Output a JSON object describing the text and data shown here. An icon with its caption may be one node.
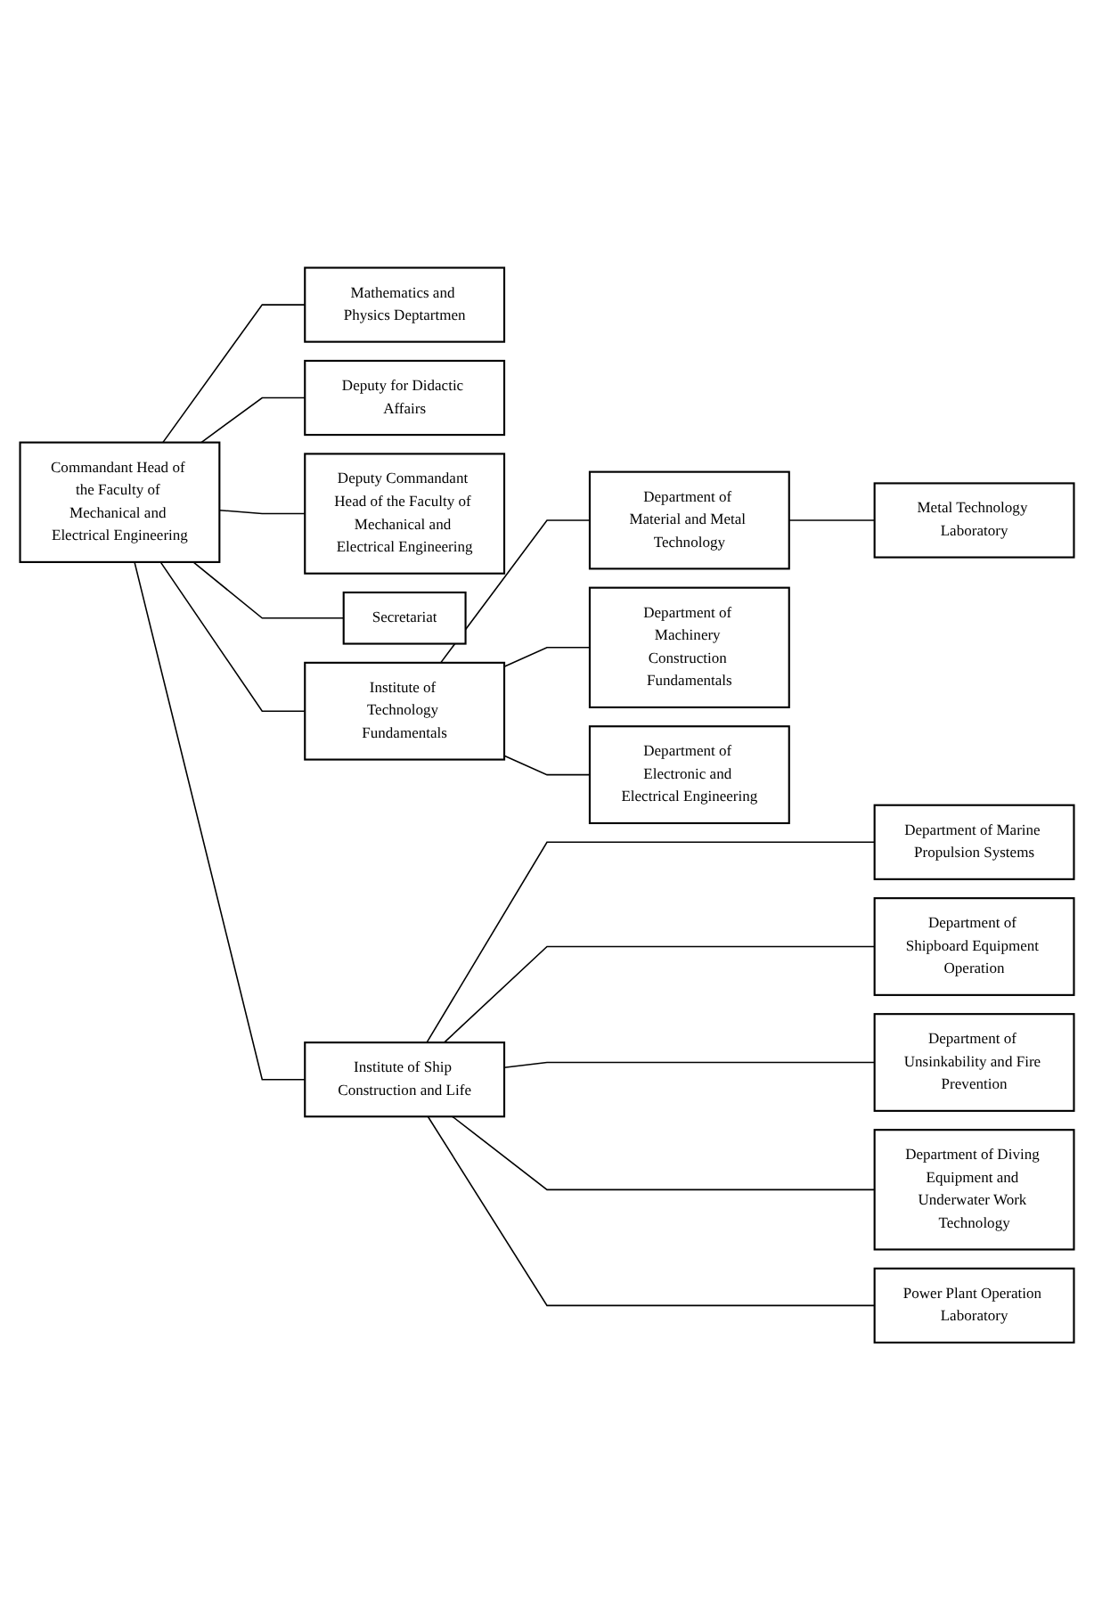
{
  "diagram": {
    "nodes": [
      {
        "text": [
          "Commandant Head of the Faculty of Mechanical and Electrical Engineering"
        ]
      },
      {
        "text": [
          "Deputy for Didactic Affairs"
        ]
      },
      {
        "text": [
          "Deputy Commandant Head of the Faculty of Mechanical and Electrical Engineering"
        ]
      },
      {
        "text": [
          "Secretariat"
        ]
      },
      {
        "text": [
          "Institute of Technology Fundamentals"
        ]
      },
      {
        "text": [
          "Institute of Ship Construction and Life"
        ]
      },
      {
        "text": [
          "Mathematics and Physics Deptartmen"
        ]
      },
      {
        "text": [
          "Department of Material and Metal Technology"
        ]
      },
      {
        "text": [
          "Metal Technology Laboratory"
        ]
      },
      {
        "text": [
          "Department of Machinery Construction Fundamentals"
        ]
      },
      {
        "text": [
          "Department of Electronic and Electrical Engineering"
        ]
      },
      {
        "text": [
          "Department of Marine Propulsion Systems"
        ]
      },
      {
        "text": [
          "Department of Shipboard Equipment Operation"
        ]
      },
      {
        "text": [
          "Department of Unsinkability and Fire Prevention"
        ]
      },
      {
        "text": [
          "Department of Diving Equipment and Underwater Work Technology"
        ]
      },
      {
        "text": [
          "Power Plant Operation Laboratory"
        ]
      }
    ],
    "edges": [
      {
        "from": 0,
        "to": 1,
        "arrow": "none"
      },
      {
        "from": 0,
        "to": 2,
        "arrow": "none"
      },
      {
        "from": 0,
        "to": 3,
        "arrow": "none"
      },
      {
        "from": 0,
        "to": 4,
        "arrow": "none"
      },
      {
        "from": 0,
        "to": 5,
        "arrow": "none"
      },
      {
        "from": 0,
        "to": 6,
        "arrow": "none"
      },
      {
        "from": 4,
        "to": 7,
        "arrow": "none"
      },
      {
        "from": 7,
        "to": 8,
        "arrow": "none"
      },
      {
        "from": 4,
        "to": 9,
        "arrow": "none"
      },
      {
        "from": 4,
        "to": 10,
        "arrow": "none"
      },
      {
        "from": 5,
        "to": 11,
        "arrow": "none"
      },
      {
        "from": 5,
        "to": 12,
        "arrow": "none"
      },
      {
        "from": 5,
        "to": 13,
        "arrow": "none"
      },
      {
        "from": 5,
        "to": 14,
        "arrow": "none"
      },
      {
        "from": 5,
        "to": 15,
        "arrow": "none"
      }
    ]
  }
}
